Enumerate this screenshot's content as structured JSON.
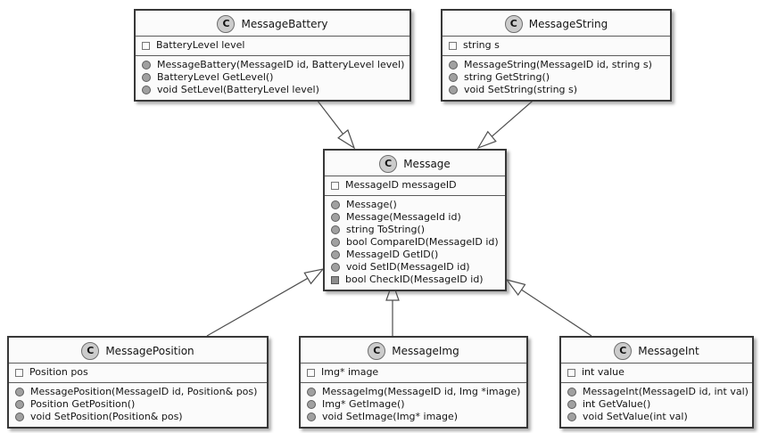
{
  "diagram": {
    "type": "uml-class-diagram",
    "stereotype_letter": "C",
    "classes": [
      {
        "name": "MessageBattery",
        "fields": [
          "BatteryLevel level"
        ],
        "methods": [
          "MessageBattery(MessageID id, BatteryLevel level)",
          "BatteryLevel GetLevel()",
          "void SetLevel(BatteryLevel level)"
        ]
      },
      {
        "name": "MessageString",
        "fields": [
          "string s"
        ],
        "methods": [
          "MessageString(MessageID id, string s)",
          "string GetString()",
          "void SetString(string s)"
        ]
      },
      {
        "name": "Message",
        "fields": [
          "MessageID messageID"
        ],
        "methods": [
          "Message()",
          "Message(MessageId id)",
          "string ToString()",
          "bool CompareID(MessageID id)",
          "MessageID GetID()",
          "void SetID(MessageID id)",
          "bool CheckID(MessageID id)"
        ]
      },
      {
        "name": "MessagePosition",
        "fields": [
          "Position pos"
        ],
        "methods": [
          "MessagePosition(MessageID id, Position& pos)",
          "Position GetPosition()",
          "void SetPosition(Position& pos)"
        ]
      },
      {
        "name": "MessageImg",
        "fields": [
          "Img* image"
        ],
        "methods": [
          "MessageImg(MessageID id, Img *image)",
          "Img* GetImage()",
          "void SetImage(Img* image)"
        ]
      },
      {
        "name": "MessageInt",
        "fields": [
          "int value"
        ],
        "methods": [
          "MessageInt(MessageID id, int val)",
          "int GetValue()",
          "void SetValue(int val)"
        ]
      }
    ],
    "relationships": [
      {
        "from": "MessageBattery",
        "to": "Message",
        "type": "generalization"
      },
      {
        "from": "MessageString",
        "to": "Message",
        "type": "generalization"
      },
      {
        "from": "MessagePosition",
        "to": "Message",
        "type": "generalization"
      },
      {
        "from": "MessageImg",
        "to": "Message",
        "type": "generalization"
      },
      {
        "from": "MessageInt",
        "to": "Message",
        "type": "generalization"
      }
    ],
    "colors": {
      "box_fill": "#fbfbfb",
      "box_border": "#383838",
      "badge_fill": "#cccccc",
      "edge_stroke": "#4e4e4e",
      "background": "#ffffff"
    }
  }
}
